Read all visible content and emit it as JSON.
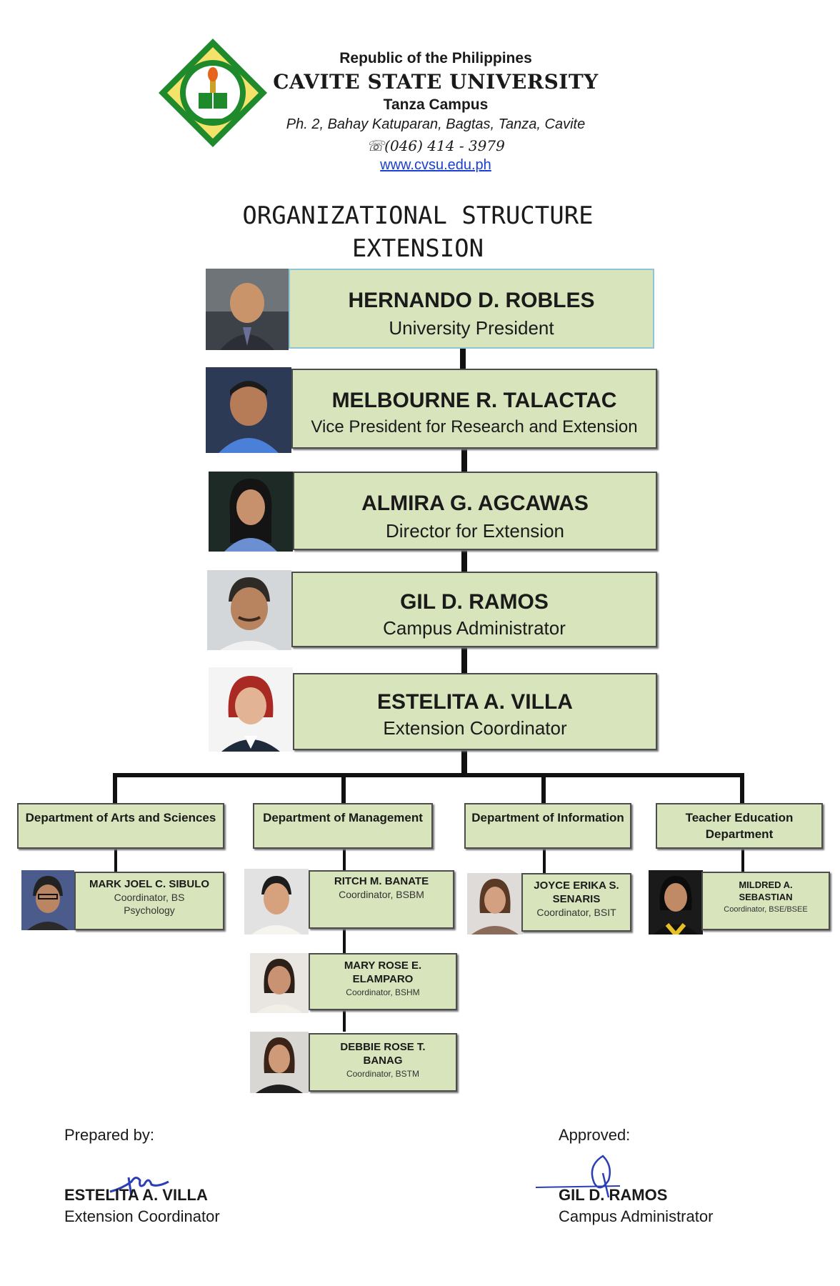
{
  "header": {
    "republic": "Republic of the Philippines",
    "university": "CAVITE STATE UNIVERSITY",
    "campus": "Tanza Campus",
    "address": "Ph. 2, Bahay Katuparan, Bagtas, Tanza, Cavite",
    "phone": "☏(046) 414 - 3979",
    "website": "www.cvsu.edu.ph"
  },
  "title": {
    "line1": "ORGANIZATIONAL STRUCTURE",
    "line2": "EXTENSION"
  },
  "chain": [
    {
      "name": "HERNANDO D. ROBLES",
      "position": "University President"
    },
    {
      "name": "MELBOURNE R. TALACTAC",
      "position": "Vice President for Research and Extension"
    },
    {
      "name": "ALMIRA G. AGCAWAS",
      "position": "Director for Extension"
    },
    {
      "name": "GIL D. RAMOS",
      "position": "Campus Administrator"
    },
    {
      "name": "ESTELITA A. VILLA",
      "position": "Extension Coordinator"
    }
  ],
  "departments": [
    {
      "name": "Department of Arts and Sciences",
      "coordinators": [
        {
          "name": "MARK JOEL C. SIBULO",
          "role": "Coordinator, BS Psychology"
        }
      ]
    },
    {
      "name": "Department of Management",
      "coordinators": [
        {
          "name": "RITCH M. BANATE",
          "role": "Coordinator, BSBM"
        },
        {
          "name": "MARY ROSE E. ELAMPARO",
          "role": "Coordinator, BSHM"
        },
        {
          "name": "DEBBIE ROSE T. BANAG",
          "role": "Coordinator, BSTM"
        }
      ]
    },
    {
      "name": "Department of Information",
      "coordinators": [
        {
          "name": "JOYCE ERIKA S. SENARIS",
          "role": "Coordinator, BSIT"
        }
      ]
    },
    {
      "name": "Teacher Education Department",
      "coordinators": [
        {
          "name": "MILDRED A. SEBASTIAN",
          "role": "Coordinator, BSE/BSEE"
        }
      ]
    }
  ],
  "signatures": {
    "prepared": {
      "label": "Prepared by:",
      "name": "ESTELITA A. VILLA",
      "position": "Extension Coordinator"
    },
    "approved": {
      "label": "Approved:",
      "name": "GIL D. RAMOS",
      "position": "Campus Administrator"
    }
  },
  "colors": {
    "box_fill": "#d8e4bc",
    "connector": "#111111",
    "link": "#1b3fd1",
    "logo_green": "#1f8a2c",
    "signature_ink": "#2a3fb5"
  }
}
